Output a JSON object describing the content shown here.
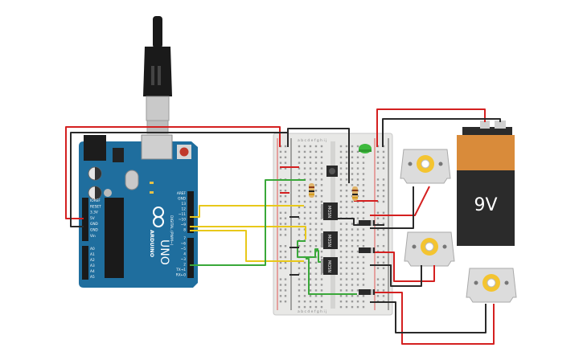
{
  "arduino": {
    "brand": "ARDUINO",
    "model": "UNO",
    "digital_header": "DIGITAL (PWM~)",
    "power_pins": [
      "IOREF",
      "RESET",
      "3.3V",
      "5V",
      "GND",
      "GND",
      "Vin"
    ],
    "analog_pins": [
      "A0",
      "A1",
      "A2",
      "A3",
      "A4",
      "A5"
    ],
    "digital_pins": [
      "AREF",
      "GND",
      "13",
      "12",
      "~11",
      "~10",
      "~9",
      "8",
      "7",
      "~6",
      "~5",
      "4",
      "~3",
      "2",
      "TX→1",
      "RX←0"
    ]
  },
  "breadboard": {
    "col_letters_top": "a b c d e   f g h i j",
    "col_letters_bottom": "a b c d e   f g h i j",
    "row_count": 30
  },
  "transistors": [
    {
      "label": "MOSN"
    },
    {
      "label": "MOSN"
    },
    {
      "label": "MOSN"
    }
  ],
  "battery": {
    "label": "9V"
  },
  "colors": {
    "arduino": "#1f6e9e",
    "breadboard": "#e8e8e6",
    "wire_red": "#d42020",
    "wire_black": "#2a2a2a",
    "wire_yellow": "#e8c81a",
    "wire_green": "#3aa83a",
    "battery_top": "#d98b3a",
    "battery_body": "#2b2b2b",
    "motor_body": "#dcdcdc",
    "motor_shaft": "#f4c430",
    "led": "#3db93d"
  },
  "icons": [
    "usb-cable-icon",
    "motor-icon",
    "battery-icon",
    "pushbutton-icon",
    "resistor-icon",
    "led-icon",
    "diode-icon"
  ]
}
